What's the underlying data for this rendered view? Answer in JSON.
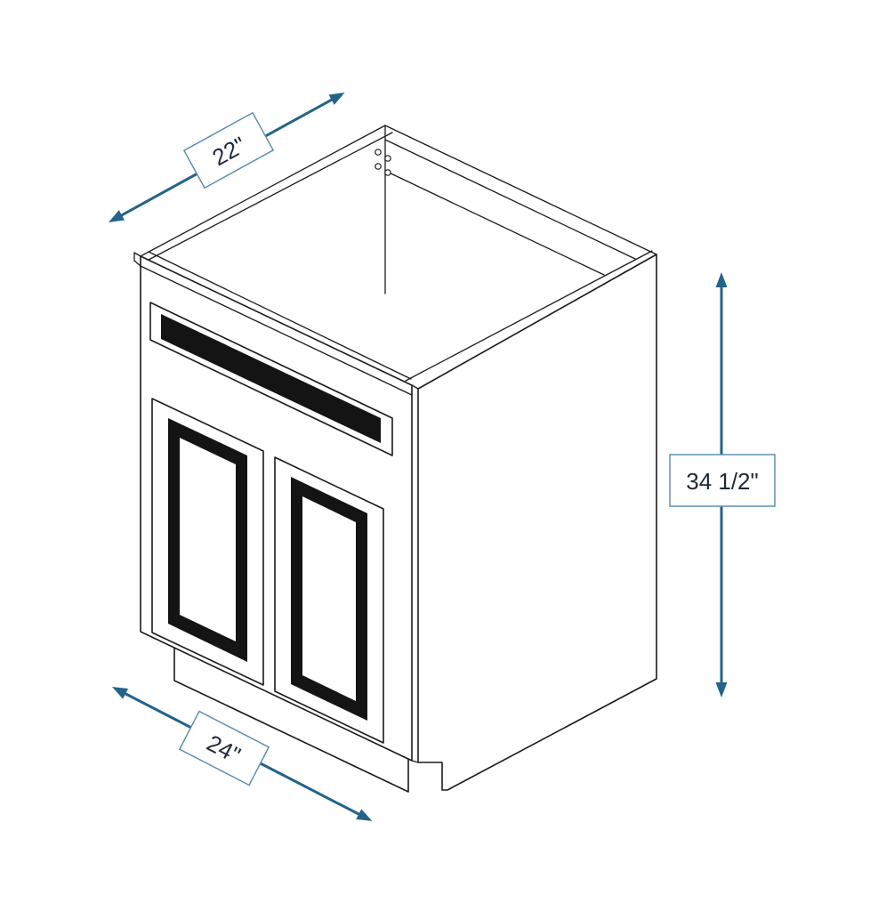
{
  "dimensions": {
    "depth": {
      "label": "22\""
    },
    "width": {
      "label": "24\""
    },
    "height": {
      "label": "34 1/2\""
    }
  },
  "colors": {
    "dimension_accent": "#24638A",
    "label_border": "#5E8FAD",
    "label_text": "#1F2937",
    "line": "#1A1A1A",
    "panel_dark": "#141414",
    "background": "#FFFFFF"
  }
}
